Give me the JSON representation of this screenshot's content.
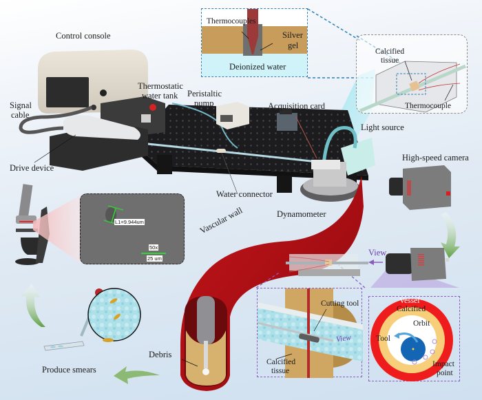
{
  "figure": {
    "title": "Experimental setup for rotational atherectomy of calcified tissue",
    "labels": {
      "control_console": "Control console",
      "thermostatic_water_tank": "Thermostatic\nwater tank",
      "thermostatic_line1": "Thermostatic",
      "thermostatic_line2": "water tank",
      "signal_cable_line1": "Signal",
      "signal_cable_line2": "cable",
      "peristaltic_pump_line1": "Peristaltic",
      "peristaltic_pump_line2": "pump",
      "acquisition_card": "Acquisition card",
      "light_source": "Light source",
      "high_speed_camera": "High-speed camera",
      "drive_device": "Drive device",
      "water_connector": "Water connector",
      "dynamometer": "Dynamometer",
      "vascular_wall": "Vascular wall",
      "debris": "Debris",
      "produce_smears": "Produce smears"
    },
    "thermo_inset": {
      "thermocouples": "Thermocouples",
      "silver_gel_line1": "Silver",
      "silver_gel_line2": "gel",
      "deionized_water": "Deionized water"
    },
    "tissue_inset": {
      "calcified_line1": "Calcified",
      "calcified_line2": "tissue",
      "thermocouple": "Thermocouple"
    },
    "microscope_image": {
      "measurement": "L1=9.944um",
      "magnification": "50x",
      "scale_bar": "25 um"
    },
    "cutting_inset": {
      "cutting_tool": "Cutting tool",
      "view": "View",
      "calcified_line1": "Calcified",
      "calcified_line2": "tissue"
    },
    "camera_view": {
      "view": "View"
    },
    "cross_section": {
      "vessel": "Vessel",
      "calcified": "Calcified",
      "orbit": "Orbit",
      "tool": "Tool",
      "impact_line1": "Impact",
      "impact_line2": "point"
    },
    "colors": {
      "vessel_red": "#b50d12",
      "ring_red": "#ee1c1c",
      "calcified_yellow": "#f7cf7a",
      "tool_blue": "#1565b5",
      "arrow_green": "#6aa84f",
      "inset_blue": "#2f7fb6",
      "inset_purple": "#8a5cc2"
    }
  }
}
